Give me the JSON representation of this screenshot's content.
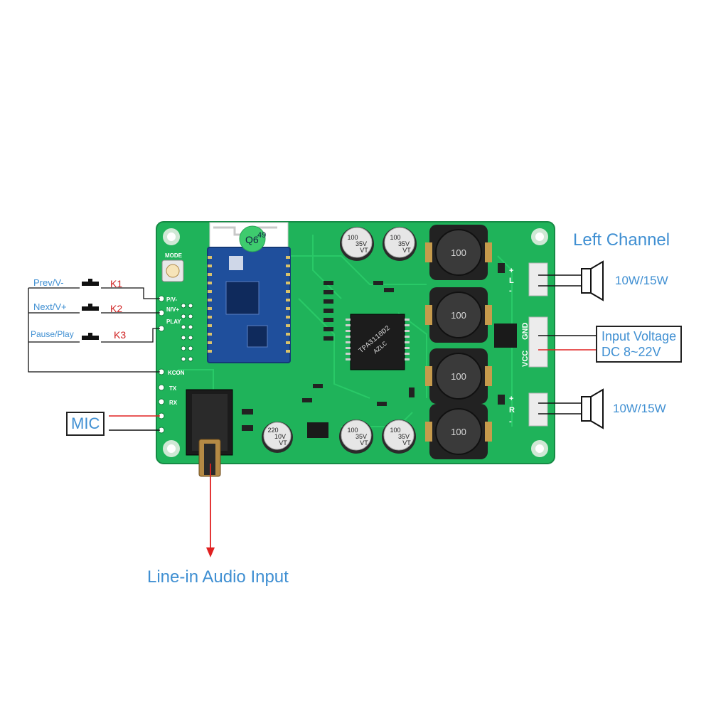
{
  "colors": {
    "pcb": "#1fb35a",
    "pcb_dark": "#14924a",
    "label_blue": "#3f8fd2",
    "key_red": "#d02020",
    "module_blue": "#1f4f9c",
    "wire_red": "#e02020",
    "wire_black": "#111111"
  },
  "buttons": [
    {
      "label": "Prev/V-",
      "key": "K1"
    },
    {
      "label": "Next/V+",
      "key": "K2"
    },
    {
      "label": "Pause/Play",
      "key": "K3"
    }
  ],
  "mic": {
    "label": "MIC"
  },
  "line_in": {
    "label": "Line-in Audio Input"
  },
  "left_channel": {
    "title": "Left Channel",
    "power": "10W/15W"
  },
  "right_channel": {
    "power": "10W/15W"
  },
  "input_voltage": {
    "line1": "Input Voltage",
    "line2": "DC 8~22V"
  },
  "board": {
    "inductor_value": "100",
    "capacitor_values": [
      "100",
      "35V",
      "VT"
    ],
    "capacitor_small": [
      "220",
      "10V",
      "VT"
    ],
    "pin_labels": {
      "mode": "MODE",
      "pv": "P/V-",
      "nv": "N/V+",
      "play": "PLAY",
      "kcon": "KCON",
      "tx": "TX",
      "rx": "RX",
      "gnd": "GND",
      "vcc": "VCC",
      "ch_l": "L",
      "ch_r": "R",
      "plus": "+",
      "minus": "-"
    },
    "chip_text": "TPA3110D2",
    "chip_sub": "AZLC",
    "module_sticker": "Q6",
    "module_id": "49"
  }
}
